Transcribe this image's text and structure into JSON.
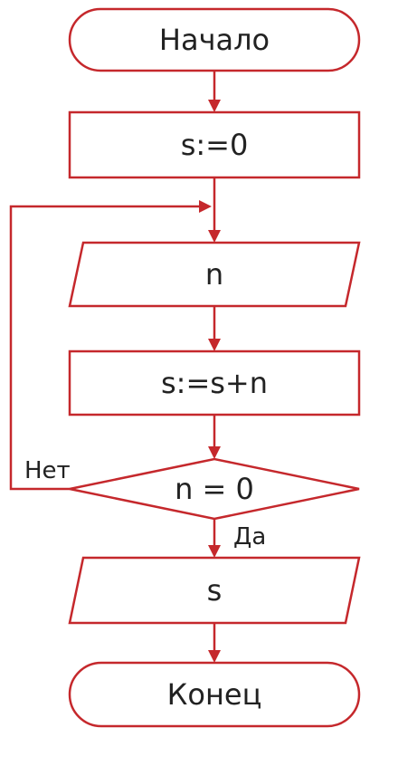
{
  "colors": {
    "stroke": "#c5282c",
    "text": "#222222",
    "background": "#ffffff"
  },
  "flowchart": {
    "start": {
      "label": "Начало"
    },
    "init": {
      "label": "s:=0"
    },
    "input": {
      "label": "n"
    },
    "accumulate": {
      "label": "s:=s+n"
    },
    "condition": {
      "label": "n = 0",
      "no_label": "Нет",
      "yes_label": "Да"
    },
    "output": {
      "label": "s"
    },
    "end": {
      "label": "Конец"
    }
  }
}
